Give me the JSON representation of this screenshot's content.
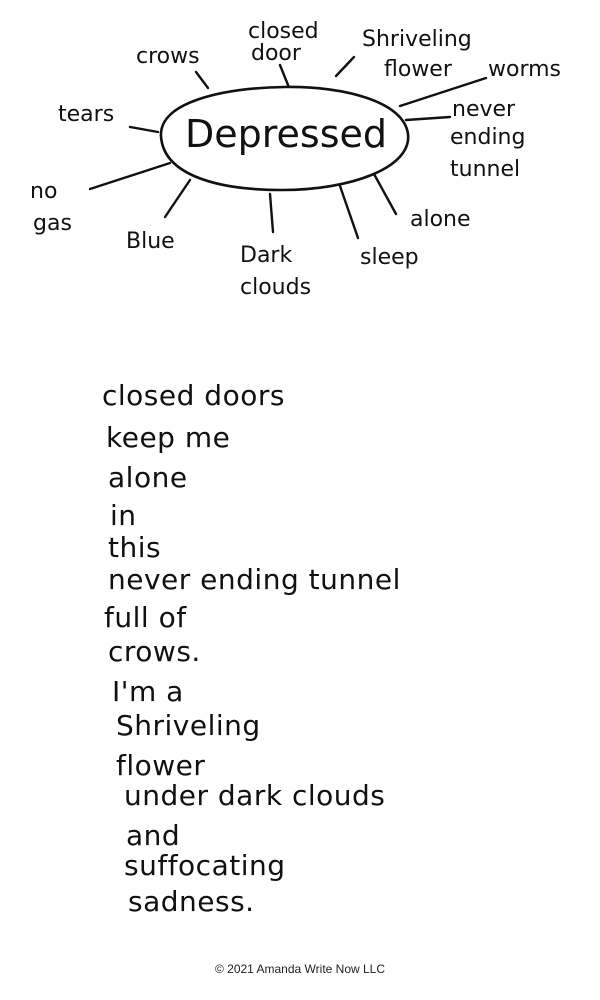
{
  "mindmap": {
    "center": "Depressed",
    "associations": [
      {
        "id": "crows",
        "lines": [
          "crows"
        ]
      },
      {
        "id": "closed-door",
        "lines": [
          "closed",
          "door"
        ]
      },
      {
        "id": "shriveling-flower",
        "lines": [
          "Shriveling",
          "flower"
        ]
      },
      {
        "id": "worms",
        "lines": [
          "worms"
        ]
      },
      {
        "id": "never-ending-tunnel",
        "lines": [
          "never",
          "ending",
          "tunnel"
        ]
      },
      {
        "id": "alone",
        "lines": [
          "alone"
        ]
      },
      {
        "id": "sleep",
        "lines": [
          "sleep"
        ]
      },
      {
        "id": "dark-clouds",
        "lines": [
          "Dark",
          "clouds"
        ]
      },
      {
        "id": "blue",
        "lines": [
          "Blue"
        ]
      },
      {
        "id": "no-gas",
        "lines": [
          "no",
          "gas"
        ]
      },
      {
        "id": "tears",
        "lines": [
          "tears"
        ]
      }
    ]
  },
  "poem": {
    "lines": [
      "closed doors",
      "keep me",
      "alone",
      "in",
      "this",
      "never ending tunnel",
      "full of",
      "crows.",
      "I'm a",
      "Shriveling",
      "flower",
      "under dark clouds",
      "and",
      "suffocating",
      "sadness."
    ]
  },
  "footer": {
    "copyright": "© 2021 Amanda Write Now LLC"
  }
}
